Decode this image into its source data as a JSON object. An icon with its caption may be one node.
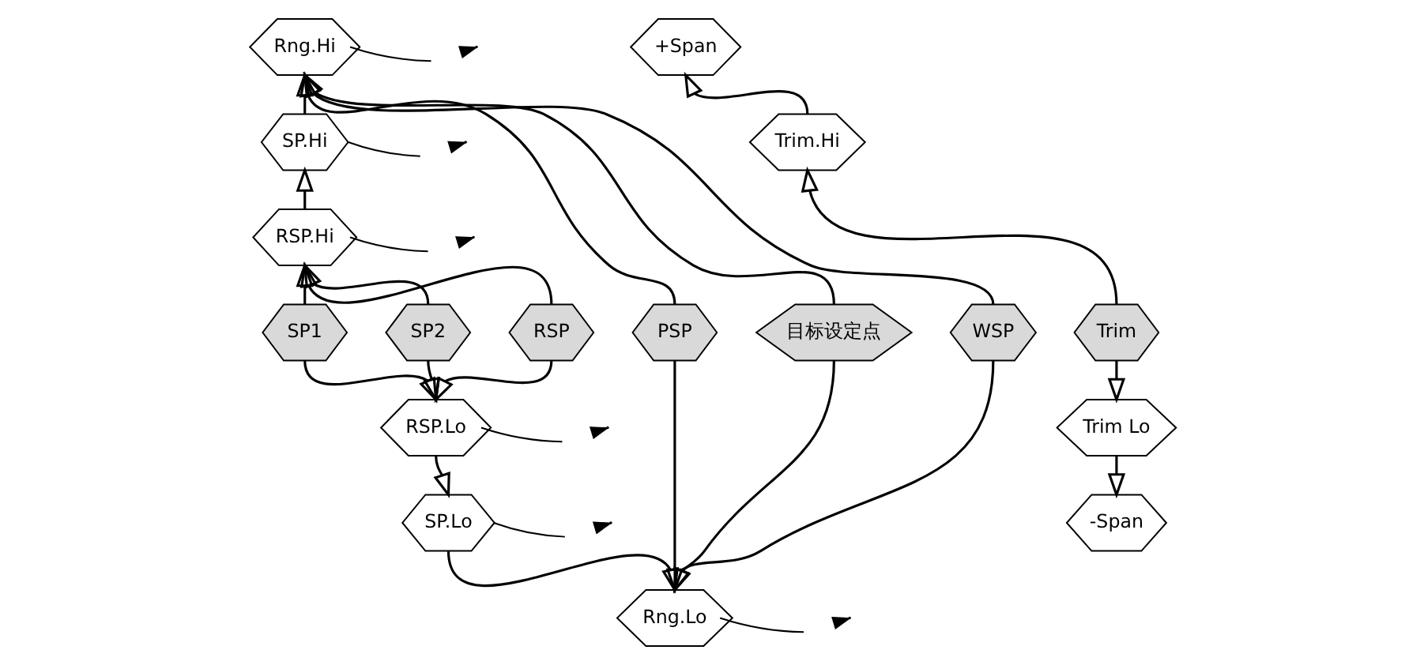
{
  "diagram": {
    "nodes": [
      {
        "text": [
          "Rng.Hi"
        ]
      },
      {
        "text": [
          "+Span"
        ]
      },
      {
        "text": [
          "SP.Hi"
        ]
      },
      {
        "text": [
          "Trim.Hi"
        ]
      },
      {
        "text": [
          "RSP.Hi"
        ]
      },
      {
        "text": [
          "SP1"
        ]
      },
      {
        "text": [
          "SP2"
        ]
      },
      {
        "text": [
          "RSP"
        ]
      },
      {
        "text": [
          "PSP"
        ]
      },
      {
        "text": [
          "目标设定点"
        ]
      },
      {
        "text": [
          "WSP"
        ]
      },
      {
        "text": [
          "Trim"
        ]
      },
      {
        "text": [
          "Trim Lo"
        ]
      },
      {
        "text": [
          "RSP.Lo"
        ]
      },
      {
        "text": [
          "-Span"
        ]
      },
      {
        "text": [
          "SP.Lo"
        ]
      },
      {
        "text": [
          "Rng.Lo"
        ]
      }
    ],
    "edges": [
      {
        "from": 0,
        "to": null,
        "arrow": "none"
      },
      {
        "from": 2,
        "to": null,
        "arrow": "none"
      },
      {
        "from": 4,
        "to": null,
        "arrow": "none"
      },
      {
        "from": 13,
        "to": null,
        "arrow": "none"
      },
      {
        "from": 15,
        "to": null,
        "arrow": "none"
      },
      {
        "from": 16,
        "to": null,
        "arrow": "none"
      },
      {
        "from": 2,
        "to": 0,
        "arrow": "to"
      },
      {
        "from": 4,
        "to": 2,
        "arrow": "to"
      },
      {
        "from": 5,
        "to": 4,
        "arrow": "to"
      },
      {
        "from": 6,
        "to": 4,
        "arrow": "to"
      },
      {
        "from": 7,
        "to": 4,
        "arrow": "to"
      },
      {
        "from": 5,
        "to": 13,
        "arrow": "to"
      },
      {
        "from": 6,
        "to": 13,
        "arrow": "to"
      },
      {
        "from": 7,
        "to": 13,
        "arrow": "to"
      },
      {
        "from": 13,
        "to": 15,
        "arrow": "to"
      },
      {
        "from": 15,
        "to": 16,
        "arrow": "to"
      },
      {
        "from": 8,
        "to": 0,
        "arrow": "to"
      },
      {
        "from": 8,
        "to": 16,
        "arrow": "to"
      },
      {
        "from": 9,
        "to": 0,
        "arrow": "to"
      },
      {
        "from": 9,
        "to": 16,
        "arrow": "to"
      },
      {
        "from": 10,
        "to": 0,
        "arrow": "to"
      },
      {
        "from": 10,
        "to": 16,
        "arrow": "to"
      },
      {
        "from": 11,
        "to": 3,
        "arrow": "to"
      },
      {
        "from": 3,
        "to": 1,
        "arrow": "to"
      },
      {
        "from": 11,
        "to": 12,
        "arrow": "to"
      },
      {
        "from": 12,
        "to": 14,
        "arrow": "to"
      }
    ]
  }
}
